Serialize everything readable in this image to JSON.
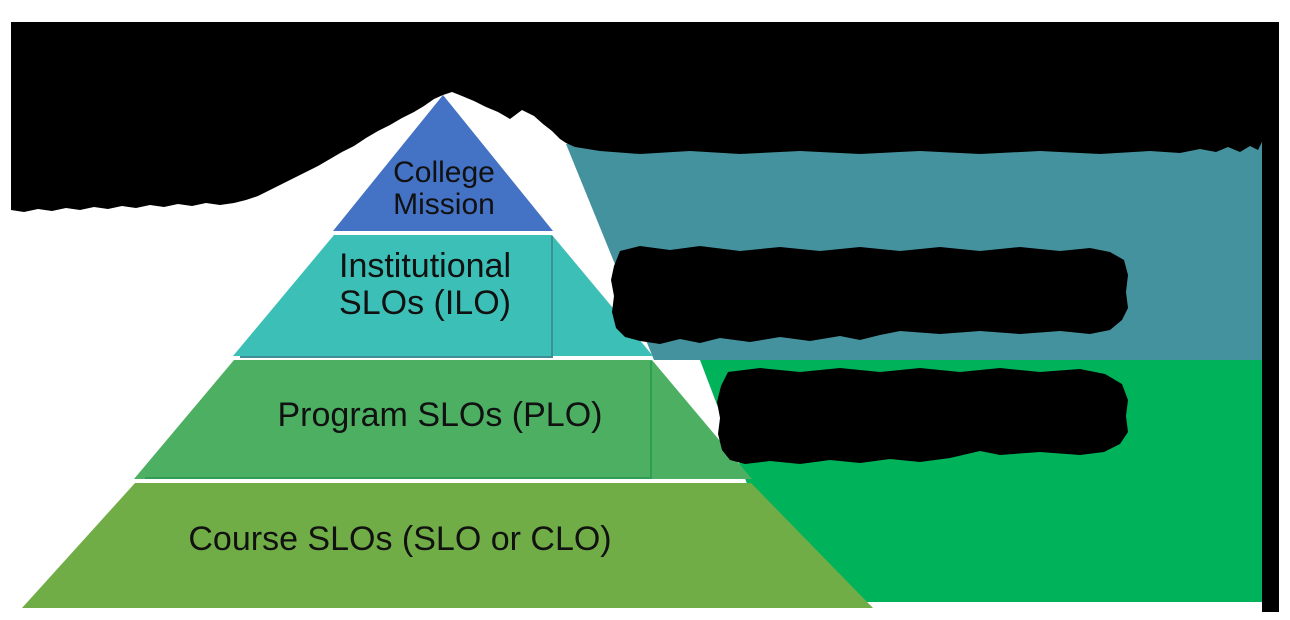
{
  "diagram": {
    "type": "pyramid",
    "title": "",
    "background_color": "#FFFFFF",
    "tiers": [
      {
        "id": "college-mission",
        "label": "College\nMission",
        "color": "#4472C4",
        "level": 1
      },
      {
        "id": "institutional-slos",
        "label": "Institutional\nSLOs (ILO)",
        "color": "#3CBFB6",
        "level": 2
      },
      {
        "id": "program-slos",
        "label": "Program SLOs (PLO)",
        "color": "#4CAF62",
        "level": 3
      },
      {
        "id": "course-slos",
        "label": "Course SLOs (SLO or CLO)",
        "color": "#70AD47",
        "level": 4
      }
    ],
    "panels": [
      {
        "id": "top-redaction-band",
        "color": "#000000",
        "content": ""
      },
      {
        "id": "teal-panel",
        "color": "#44929E",
        "content": ""
      },
      {
        "id": "green-panel",
        "color": "#00B259",
        "content": ""
      }
    ],
    "redactions": [
      {
        "id": "redaction-top-band",
        "color": "#000000"
      },
      {
        "id": "redaction-teal-block",
        "color": "#000000"
      },
      {
        "id": "redaction-green-block",
        "color": "#000000"
      },
      {
        "id": "redaction-right-edge",
        "color": "#000000"
      }
    ]
  }
}
